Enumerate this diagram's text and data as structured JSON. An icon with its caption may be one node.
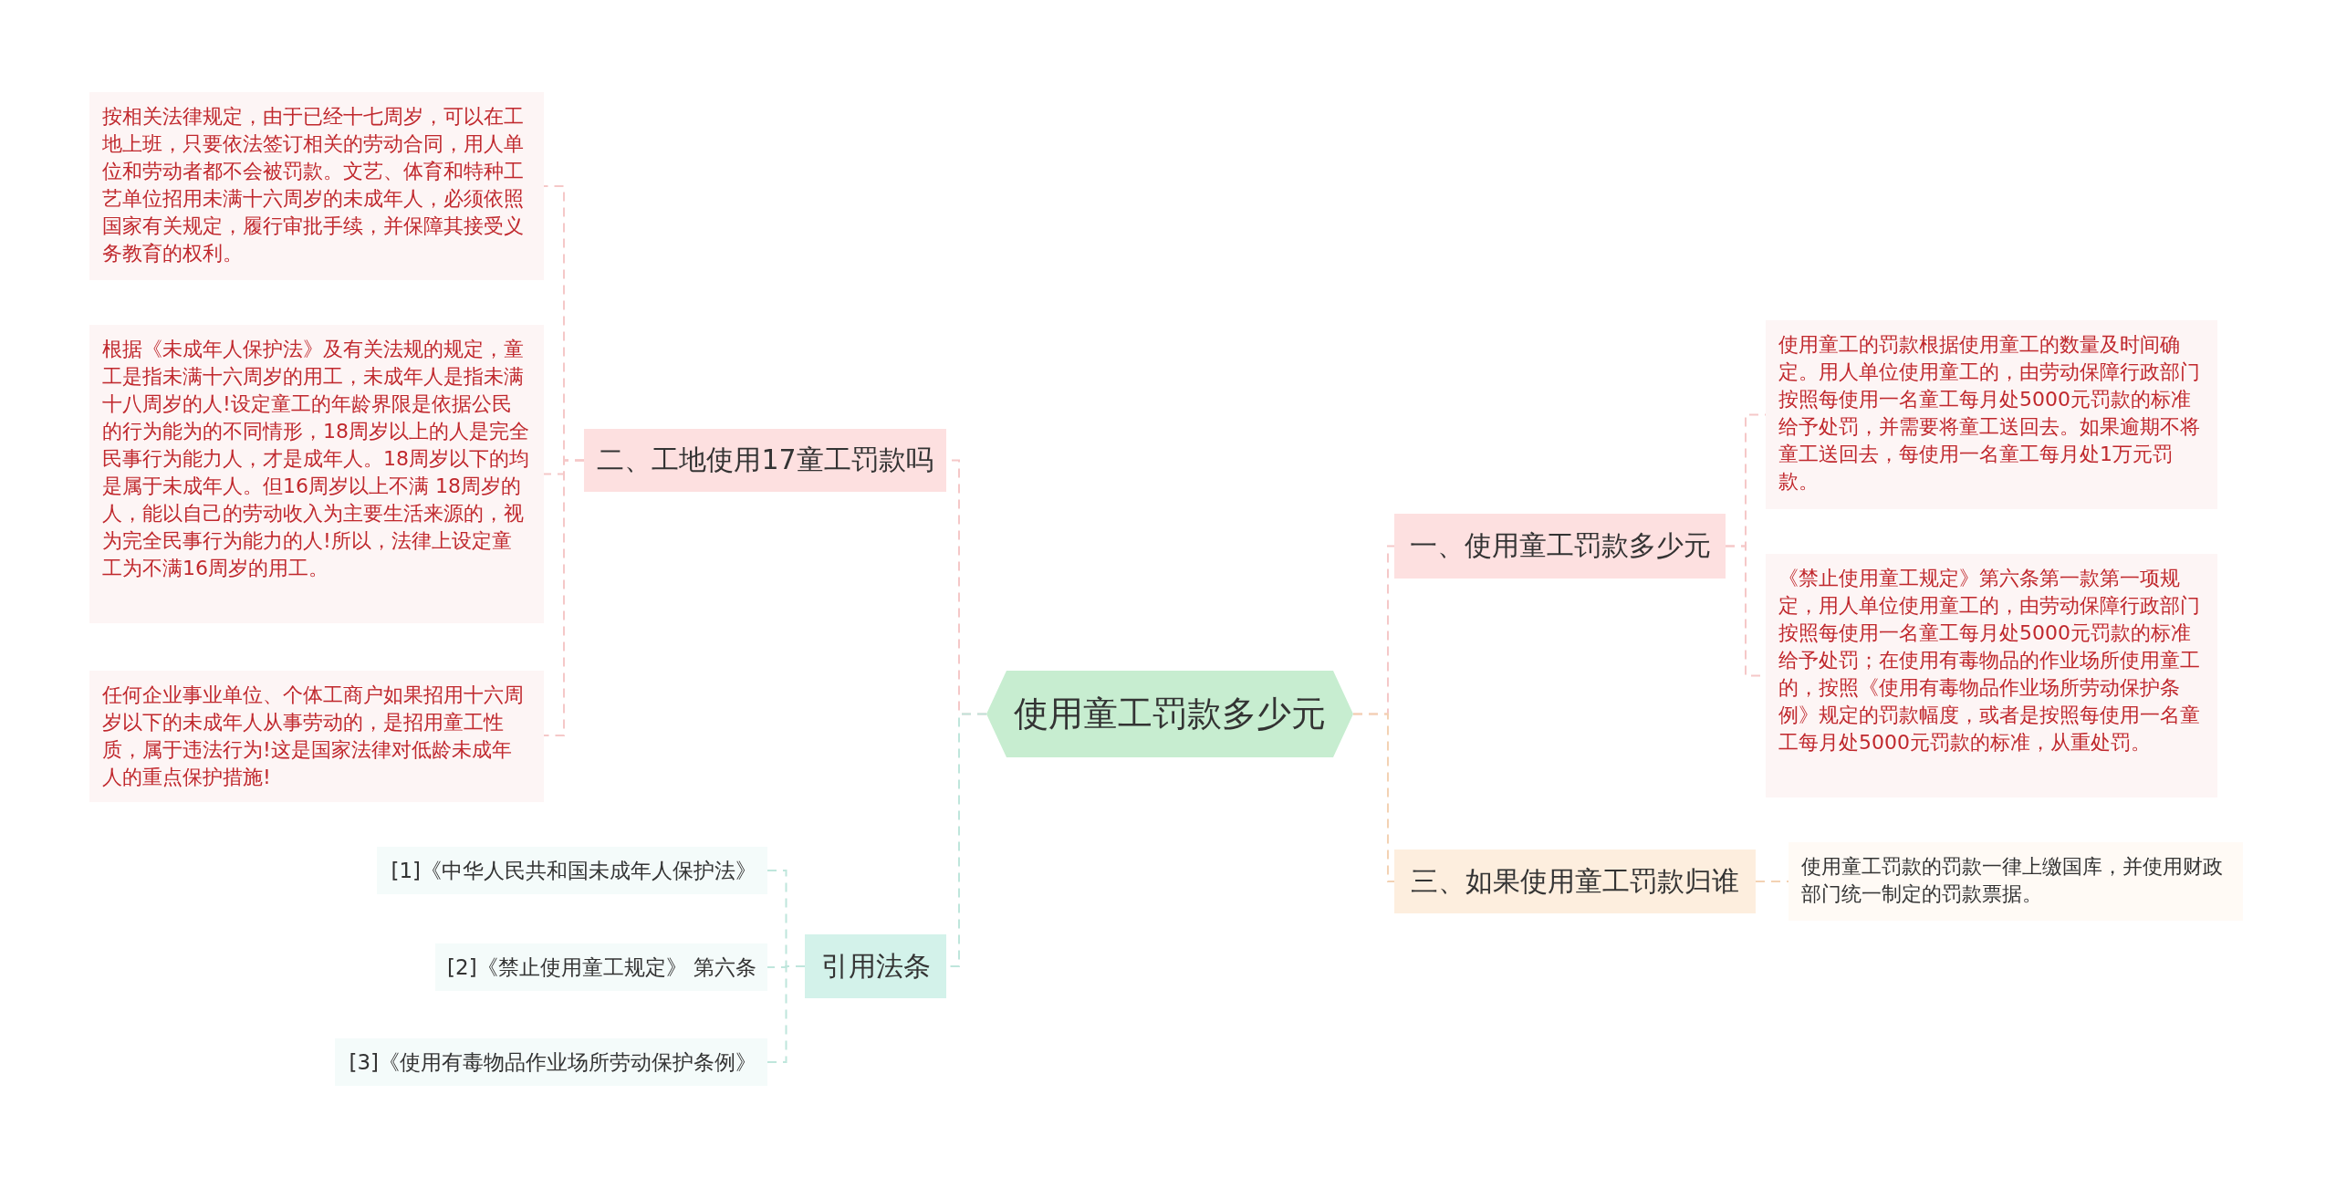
{
  "diagram": {
    "nodes": [
      {
        "text": [
          "使用童工罚款多少元"
        ]
      },
      {
        "text": [
          "一、使用童工罚款多少元"
        ]
      },
      {
        "text": [
          "使用童工的罚款根据使用童工的数量及时间确定。用人单位使用童工的，由劳动保障行政部门按照每使用一名童工每月处5000元罚款的标准给予处罚，并需要将童工送回去。如果逾期不将童工送回去，每使用一名童工每月处1万元罚款。"
        ]
      },
      {
        "text": [
          "《禁止使用童工规定》第六条第一款第一项规定，用人单位使用童工的，由劳动保障行政部门按照每使用一名童工每月处5000元罚款的标准给予处罚；在使用有毒物品的作业场所使用童工的，按照《使用有毒物品作业场所劳动保护条例》规定的罚款幅度，或者是按照每使用一名童工每月处5000元罚款的标准，从重处罚。"
        ]
      },
      {
        "text": [
          "三、如果使用童工罚款归谁"
        ]
      },
      {
        "text": [
          "使用童工罚款的罚款一律上缴国库，并使用财政部门统一制定的罚款票据。"
        ]
      },
      {
        "text": [
          "二、工地使用17童工罚款吗"
        ]
      },
      {
        "text": [
          "按相关法律规定，由于已经十七周岁，可以在工地上班，只要依法签订相关的劳动合同，用人单位和劳动者都不会被罚款。文艺、体育和特种工艺单位招用未满十六周岁的未成年人，必须依照国家有关规定，履行审批手续，并保障其接受义务教育的权利。"
        ]
      },
      {
        "text": [
          "根据《未成年人保护法》及有关法规的规定，童工是指未满十六周岁的用工，未成年人是指未满十八周岁的人!设定童工的年龄界限是依据公民的行为能为的不同情形，18周岁以上的人是完全民事行为能力人，才是成年人。18周岁以下的均是属于未成年人。但16周岁以上不满 18周岁的人，能以自己的劳动收入为主要生活来源的，视为完全民事行为能力的人!所以，法律上设定童工为不满16周岁的用工。"
        ]
      },
      {
        "text": [
          "任何企业事业单位、个体工商户如果招用十六周岁以下的未成年人从事劳动的，是招用童工性质，属于违法行为!这是国家法律对低龄未成年人的重点保护措施!"
        ]
      },
      {
        "text": [
          "引用法条"
        ]
      },
      {
        "text": [
          "[1]《中华人民共和国未成年人保护法》"
        ]
      },
      {
        "text": [
          "[2]《禁止使用童工规定》 第六条"
        ]
      },
      {
        "text": [
          "[3]《使用有毒物品作业场所劳动保护条例》"
        ]
      }
    ],
    "edges": [
      {
        "from": 0,
        "to": 1,
        "arrow": "none",
        "style": "dashed"
      },
      {
        "from": 1,
        "to": 2,
        "arrow": "none",
        "style": "dashed"
      },
      {
        "from": 1,
        "to": 3,
        "arrow": "none",
        "style": "dashed"
      },
      {
        "from": 0,
        "to": 4,
        "arrow": "none",
        "style": "dashed",
        "color": "#f3d2b3"
      },
      {
        "from": 4,
        "to": 5,
        "arrow": "none",
        "style": "dashed",
        "color": "#f3d2b3"
      },
      {
        "from": 0,
        "to": 6,
        "arrow": "none",
        "style": "dashed"
      },
      {
        "from": 6,
        "to": 7,
        "arrow": "none",
        "style": "dashed"
      },
      {
        "from": 6,
        "to": 8,
        "arrow": "none",
        "style": "dashed"
      },
      {
        "from": 6,
        "to": 9,
        "arrow": "none",
        "style": "dashed"
      },
      {
        "from": 0,
        "to": 10,
        "arrow": "none",
        "style": "dashed",
        "color": "#bfe6dc"
      },
      {
        "from": 10,
        "to": 11,
        "arrow": "none",
        "style": "dashed",
        "color": "#bfe6dc"
      },
      {
        "from": 10,
        "to": 12,
        "arrow": "none",
        "style": "dashed",
        "color": "#bfe6dc"
      },
      {
        "from": 10,
        "to": 13,
        "arrow": "none",
        "style": "dashed",
        "color": "#bfe6dc"
      }
    ]
  }
}
